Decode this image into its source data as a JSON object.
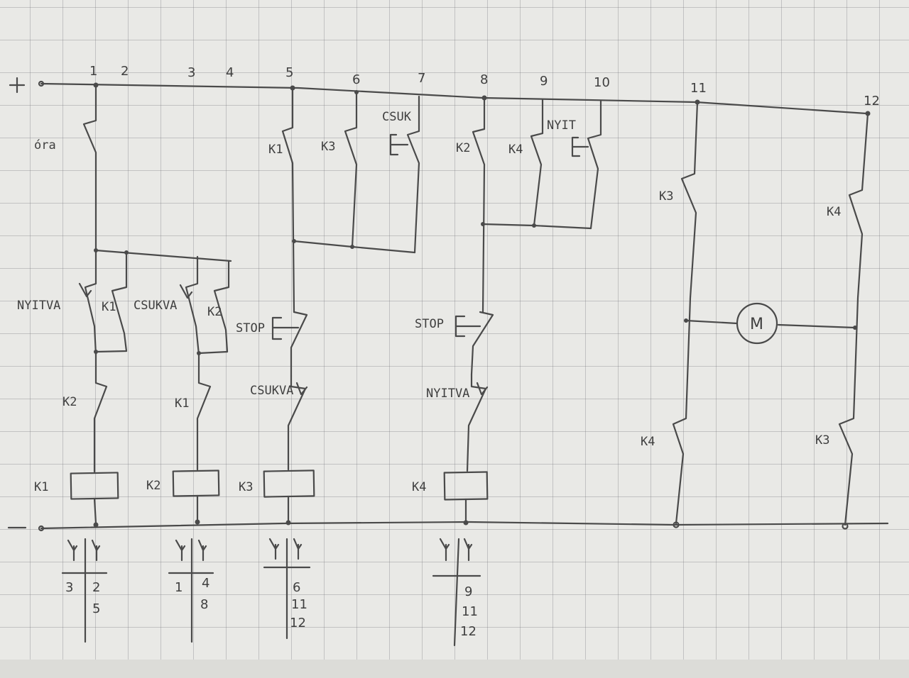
{
  "rails": {
    "plus": "+",
    "minus": "−"
  },
  "nodes": [
    "1",
    "2",
    "3",
    "4",
    "5",
    "6",
    "7",
    "8",
    "9",
    "10",
    "11",
    "12"
  ],
  "labels": {
    "ora": "óra",
    "nyitva": "NYITVA",
    "csukva": "CSUKVA",
    "stop": "STOP",
    "csuk": "CSUK",
    "nyit": "NYIT",
    "k1": "K1",
    "k2": "K2",
    "k3": "K3",
    "k4": "K4",
    "motor": "M"
  },
  "contact_tables": [
    {
      "coil": "K1",
      "no": [
        "3"
      ],
      "nc": [
        "2",
        "5"
      ]
    },
    {
      "coil": "K2",
      "no": [
        "1"
      ],
      "nc": [
        "4",
        "8"
      ]
    },
    {
      "coil": "K3",
      "no": [],
      "nc": [
        "6",
        "11",
        "12"
      ]
    },
    {
      "coil": "K4",
      "no": [],
      "nc": [
        "9",
        "11",
        "12"
      ]
    }
  ]
}
